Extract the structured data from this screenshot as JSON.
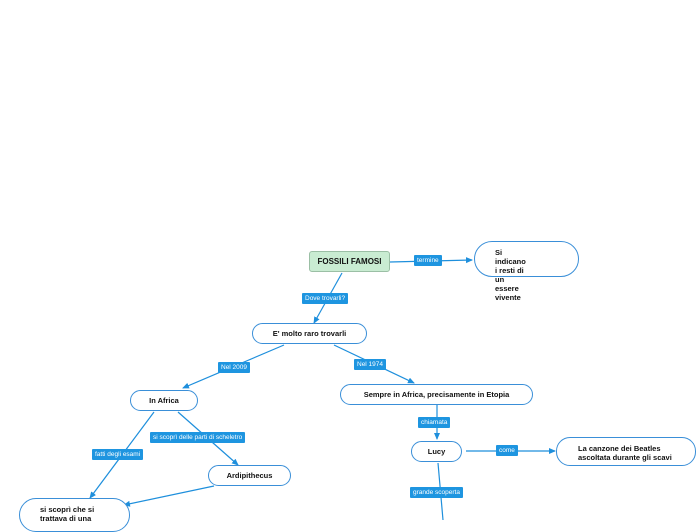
{
  "nodes": {
    "root": "FOSSILI FAMOSI",
    "resti": "Si indicano i resti di un essere vivente",
    "raro": "E' molto raro trovarli",
    "africa": "In Africa",
    "etiopia": "Sempre in Africa, precisamente in Etopia",
    "ardi": "Ardipithecus",
    "lucy": "Lucy",
    "canzone": "La canzone dei Beatles ascoltata durante gli scavi",
    "scopri": "si scoprì che si trattava di una"
  },
  "labels": {
    "termine": "termine",
    "dove": "Dove trovarli?",
    "nel2009": "Nel 2009",
    "nel1974": "Nel 1974",
    "scheletro": "si scoprì delle parti di scheletro",
    "esami": "fatti degli esami",
    "chiamata": "chiamata",
    "come": "come",
    "grande": "grande scoperta"
  },
  "colors": {
    "line": "#1e8fdc",
    "label_bg": "#1e95e0",
    "node_border": "#3a8fd8",
    "root_bg": "#c9ecd2"
  }
}
